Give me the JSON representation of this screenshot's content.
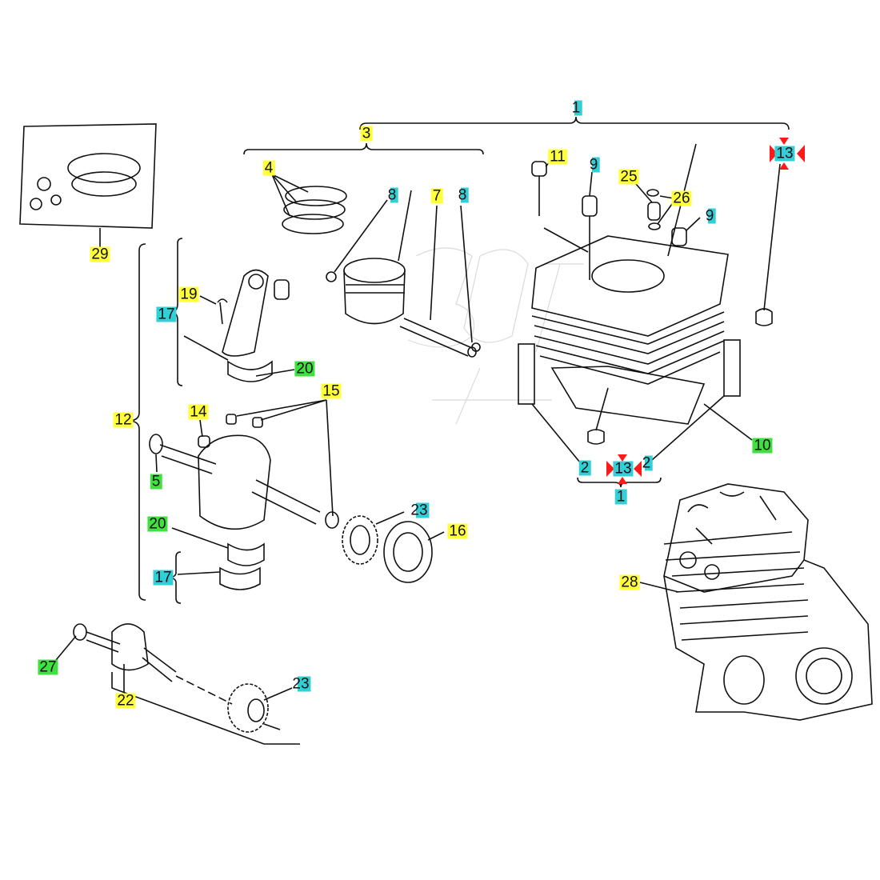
{
  "diagram": {
    "colors": {
      "cyan": "#33cfd6",
      "yellow": "#ffff3a",
      "green": "#3fe03f",
      "marker": "#ff1a1a"
    },
    "callouts": [
      {
        "n": "1",
        "color": "cyan"
      },
      {
        "n": "3",
        "color": "yellow"
      },
      {
        "n": "13",
        "color": "cyan"
      },
      {
        "n": "11",
        "color": "yellow"
      },
      {
        "n": "9",
        "color": "cyan"
      },
      {
        "n": "25",
        "color": "yellow"
      },
      {
        "n": "26",
        "color": "yellow"
      },
      {
        "n": "9",
        "color": "cyan"
      },
      {
        "n": "4",
        "color": "yellow"
      },
      {
        "n": "8",
        "color": "cyan"
      },
      {
        "n": "7",
        "color": "yellow"
      },
      {
        "n": "8",
        "color": "cyan"
      },
      {
        "n": "29",
        "color": "yellow"
      },
      {
        "n": "19",
        "color": "yellow"
      },
      {
        "n": "17",
        "color": "cyan"
      },
      {
        "n": "20",
        "color": "green"
      },
      {
        "n": "15",
        "color": "yellow"
      },
      {
        "n": "14",
        "color": "yellow"
      },
      {
        "n": "12",
        "color": "yellow"
      },
      {
        "n": "5",
        "color": "green"
      },
      {
        "n": "10",
        "color": "green"
      },
      {
        "n": "2",
        "color": "cyan"
      },
      {
        "n": "13",
        "color": "cyan"
      },
      {
        "n": "2",
        "color": "cyan"
      },
      {
        "n": "1",
        "color": "cyan"
      },
      {
        "n": "23",
        "color": "cyan"
      },
      {
        "n": "16",
        "color": "yellow"
      },
      {
        "n": "20",
        "color": "green"
      },
      {
        "n": "17",
        "color": "cyan"
      },
      {
        "n": "28",
        "color": "yellow"
      },
      {
        "n": "27",
        "color": "green"
      },
      {
        "n": "23",
        "color": "cyan"
      },
      {
        "n": "22",
        "color": "yellow"
      }
    ]
  }
}
